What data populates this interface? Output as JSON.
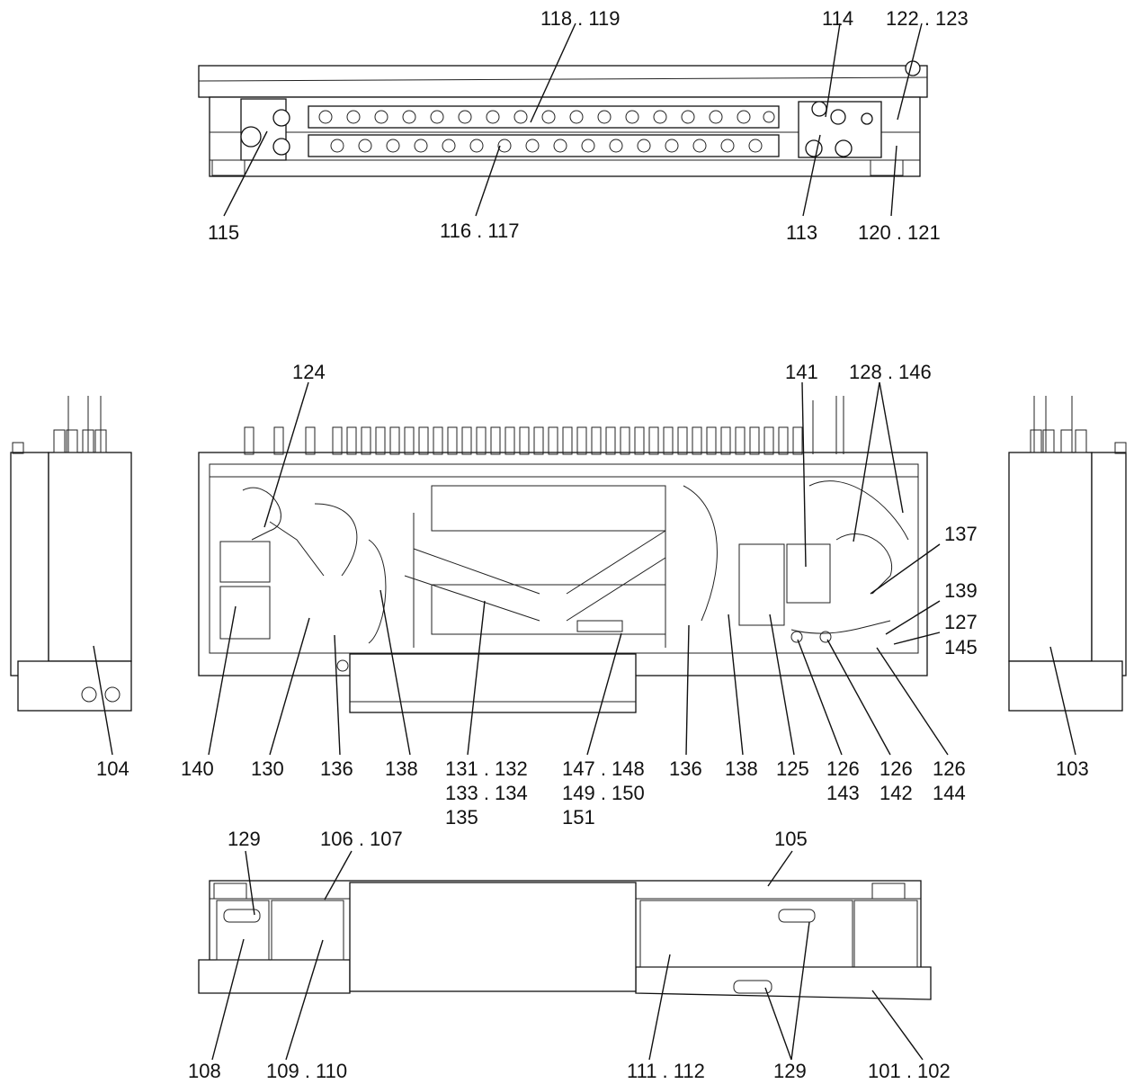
{
  "labels": {
    "l118_119": "118 . 119",
    "l114": "114",
    "l122_123": "122 . 123",
    "l115": "115",
    "l116_117": "116 . 117",
    "l113": "113",
    "l120_121": "120 . 121",
    "l124": "124",
    "l141": "141",
    "l128_146": "128 . 146",
    "l137": "137",
    "l139": "139",
    "l127": "127",
    "l145": "145",
    "l104": "104",
    "l140": "140",
    "l130": "130",
    "l136a": "136",
    "l138a": "138",
    "l131_132": "131 . 132",
    "l133_134": "133 . 134",
    "l135": "135",
    "l147_148": "147 . 148",
    "l149_150": "149 . 150",
    "l151": "151",
    "l136b": "136",
    "l138b": "138",
    "l125": "125",
    "l126a": "126",
    "l143": "143",
    "l126b": "126",
    "l142": "142",
    "l126c": "126",
    "l144": "144",
    "l103": "103",
    "l129a": "129",
    "l106_107": "106 . 107",
    "l105": "105",
    "l108": "108",
    "l109_110": "109 . 110",
    "l111_112": "111 . 112",
    "l129b": "129",
    "l101_102": "101 . 102"
  }
}
